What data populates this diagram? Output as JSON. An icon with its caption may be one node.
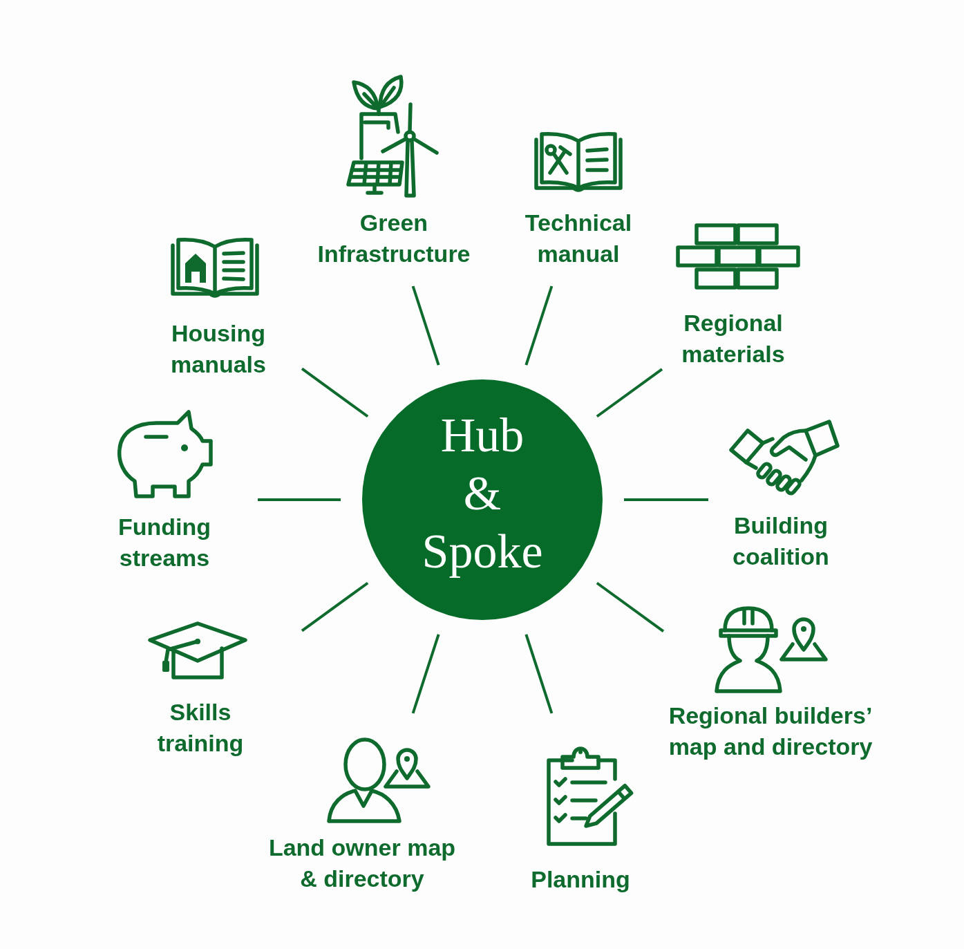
{
  "diagram": {
    "nodes": [
      {
        "text": [
          "Hub & Spoke"
        ]
      },
      {
        "text": [
          "Green Infrastructure"
        ]
      },
      {
        "text": [
          "Technical manual"
        ]
      },
      {
        "text": [
          "Regional materials"
        ]
      },
      {
        "text": [
          "Building coalition"
        ]
      },
      {
        "text": [
          "Regional builders’ map and directory"
        ]
      },
      {
        "text": [
          "Planning"
        ]
      },
      {
        "text": [
          "Land owner map & directory"
        ]
      },
      {
        "text": [
          "Skills training"
        ]
      },
      {
        "text": [
          "Funding streams"
        ]
      },
      {
        "text": [
          "Housing manuals"
        ]
      }
    ],
    "edges": [
      {
        "from": 0,
        "to": 1,
        "arrow": "none"
      },
      {
        "from": 0,
        "to": 2,
        "arrow": "none"
      },
      {
        "from": 0,
        "to": 3,
        "arrow": "none"
      },
      {
        "from": 0,
        "to": 4,
        "arrow": "none"
      },
      {
        "from": 0,
        "to": 5,
        "arrow": "none"
      },
      {
        "from": 0,
        "to": 6,
        "arrow": "none"
      },
      {
        "from": 0,
        "to": 7,
        "arrow": "none"
      },
      {
        "from": 0,
        "to": 8,
        "arrow": "none"
      },
      {
        "from": 0,
        "to": 9,
        "arrow": "none"
      },
      {
        "from": 0,
        "to": 10,
        "arrow": "none"
      }
    ]
  }
}
